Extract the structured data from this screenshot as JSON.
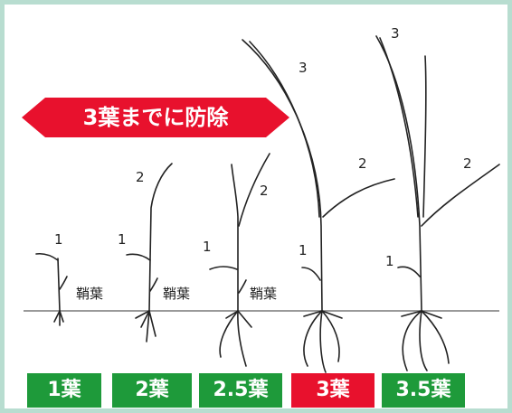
{
  "banner": {
    "text": "3葉までに防除",
    "color": "#e8112d"
  },
  "plants": [
    {
      "leaf_labels": [
        "1"
      ],
      "sheath_label": "鞘葉"
    },
    {
      "leaf_labels": [
        "1",
        "2"
      ],
      "sheath_label": "鞘葉"
    },
    {
      "leaf_labels": [
        "1",
        "2"
      ],
      "sheath_label": "鞘葉"
    },
    {
      "leaf_labels": [
        "1",
        "2",
        "3"
      ]
    },
    {
      "leaf_labels": [
        "1",
        "2",
        "3"
      ]
    }
  ],
  "stages": [
    {
      "label": "1葉",
      "color": "#1e9a3a"
    },
    {
      "label": "2葉",
      "color": "#1e9a3a"
    },
    {
      "label": "2.5葉",
      "color": "#1e9a3a"
    },
    {
      "label": "3葉",
      "color": "#e8112d"
    },
    {
      "label": "3.5葉",
      "color": "#1e9a3a"
    }
  ],
  "colors": {
    "frame": "#b8ddd0",
    "ground": "#9a9a9a",
    "plant": "#222222"
  }
}
